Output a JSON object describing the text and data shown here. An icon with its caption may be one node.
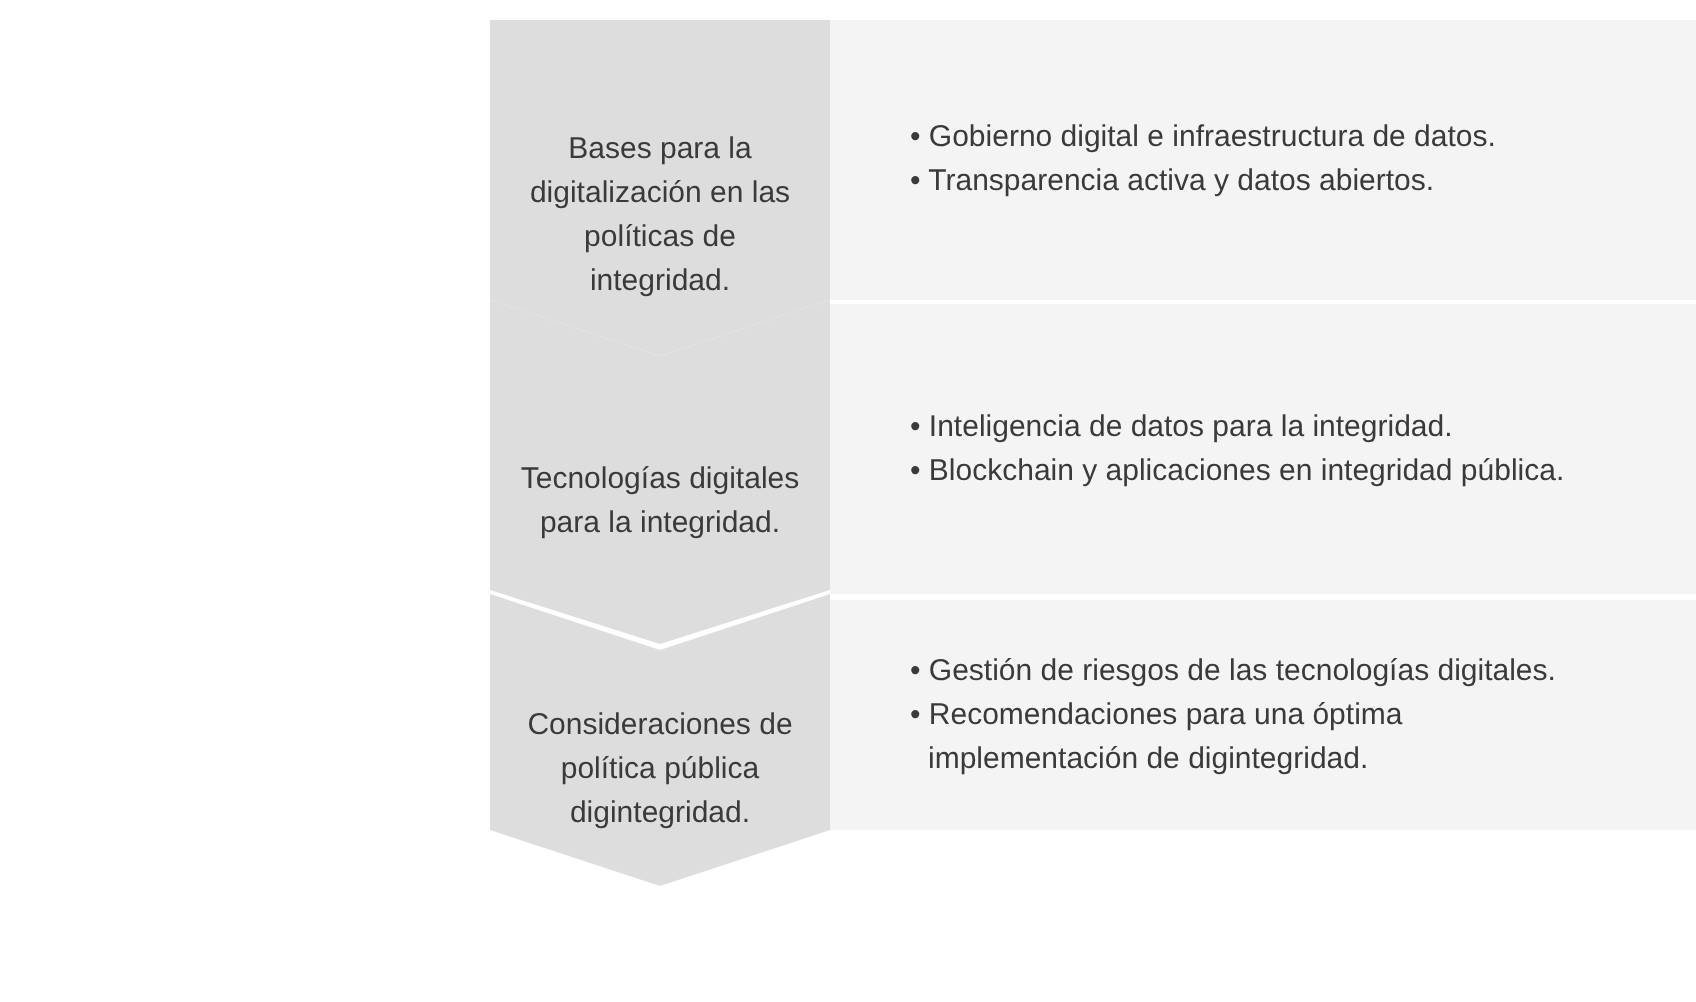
{
  "diagram": {
    "nodes": [
      {
        "text": [
          "Bases para la digitalización en las políticas de integridad."
        ]
      },
      {
        "text": [
          "• Gobierno digital e infraestructura de datos.",
          "• Transparencia activa y datos abiertos."
        ]
      },
      {
        "text": [
          "Tecnologías digitales para la integridad."
        ]
      },
      {
        "text": [
          "• Inteligencia de datos para la integridad.",
          "• Blockchain y aplicaciones en integridad pública."
        ]
      },
      {
        "text": [
          "Consideraciones de política pública digintegridad."
        ]
      },
      {
        "text": [
          "• Gestión de riesgos de las tecnologías digitales.",
          "• Recomendaciones para una óptima implementación de digintegridad."
        ]
      }
    ]
  }
}
